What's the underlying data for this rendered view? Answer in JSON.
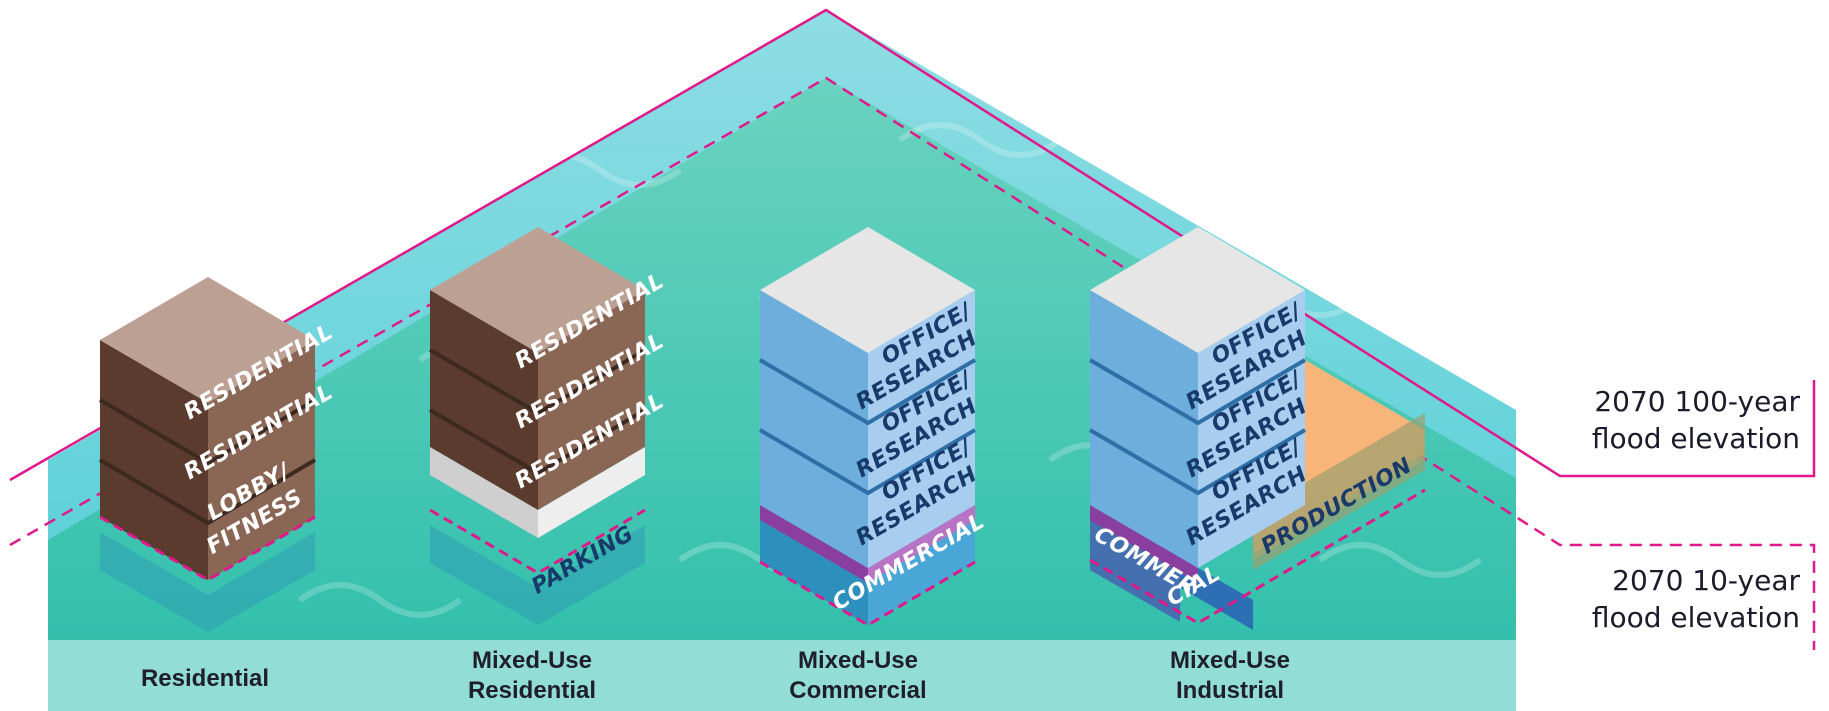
{
  "flood_levels": {
    "hundred_year": {
      "line1": "2070 100-year",
      "line2": "flood elevation"
    },
    "ten_year": {
      "line1": "2070 10-year",
      "line2": "flood elevation"
    }
  },
  "building_types": [
    {
      "label_line1": "Residential",
      "label_line2": ""
    },
    {
      "label_line1": "Mixed-Use",
      "label_line2": "Residential"
    },
    {
      "label_line1": "Mixed-Use",
      "label_line2": "Commercial"
    },
    {
      "label_line1": "Mixed-Use",
      "label_line2": "Industrial"
    }
  ],
  "floors": {
    "residential": [
      "RESIDENTIAL",
      "RESIDENTIAL"
    ],
    "lobby": [
      "LOBBY/",
      "FITNESS"
    ],
    "mixed_residential": [
      "RESIDENTIAL",
      "RESIDENTIAL",
      "RESIDENTIAL"
    ],
    "parking": "PARKING",
    "office": [
      "OFFICE/",
      "RESEARCH"
    ],
    "commercial": "COMMERCIAL",
    "commercial_split": [
      "COMMER",
      "CIAL"
    ],
    "production": "PRODUCTION"
  },
  "colors": {
    "flood_line": "#e0198a",
    "water_light": "#7fd6df",
    "water_deep": "#3cc2b1",
    "residential_top": "#bca093",
    "residential_front": "#6b4b3c",
    "residential_side": "#8e6a58",
    "office_top": "#e6e6e6",
    "office_front": "#6eaedc",
    "office_side": "#a8cdee",
    "office_text": "#173a6b",
    "production": "#f3a864",
    "label_band": "#93ddd7"
  }
}
